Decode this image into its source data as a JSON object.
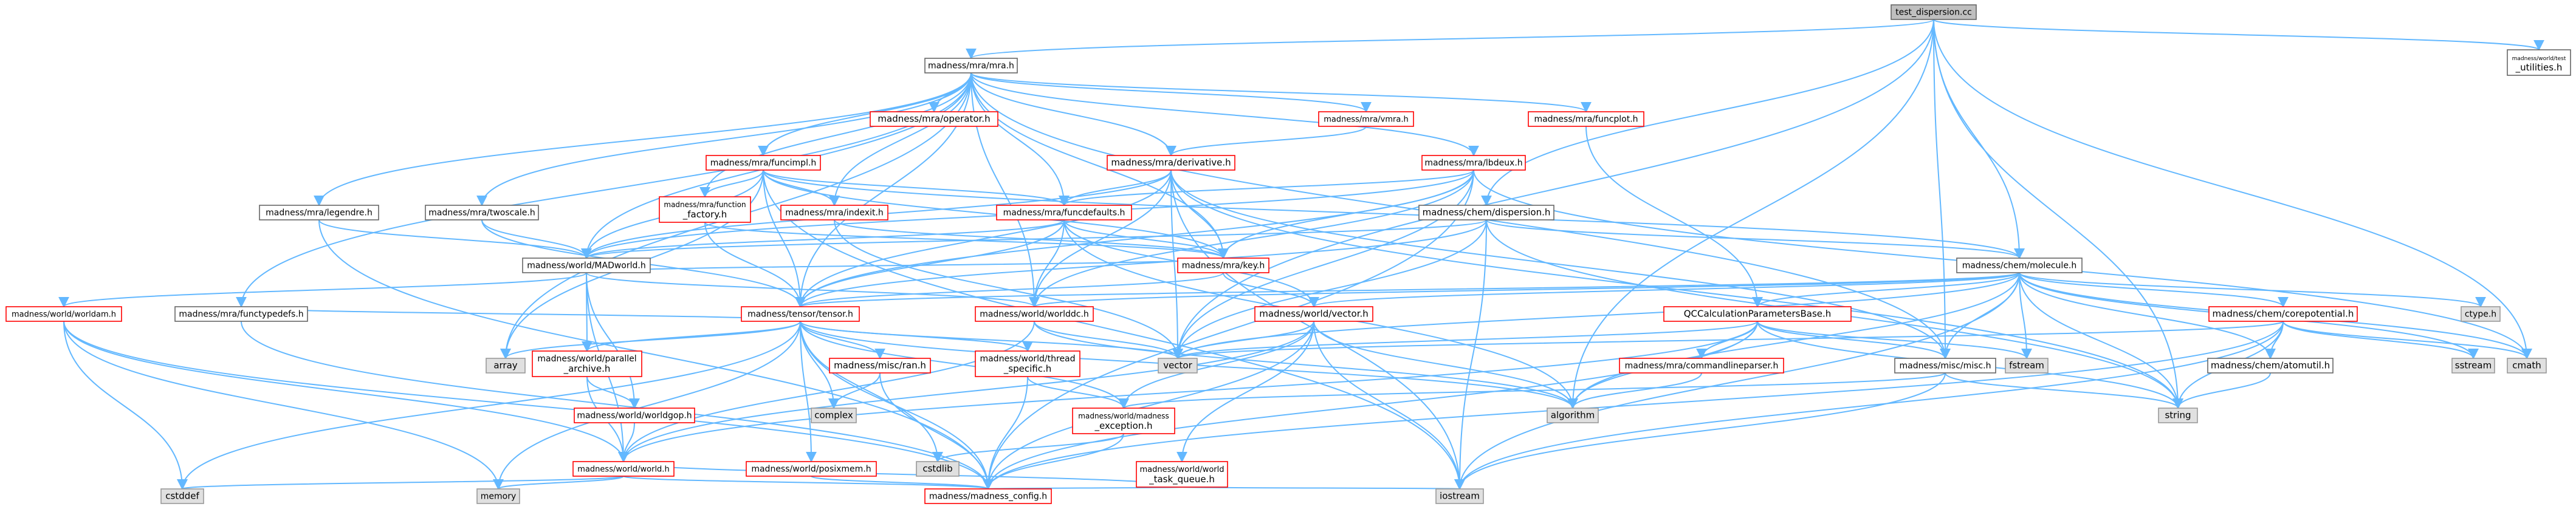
{
  "diagram": {
    "type": "include-dependency-graph",
    "edge_color": "#63b8ff",
    "nodes": [
      {
        "id": "root",
        "kind": "root",
        "lines": [
          "test_dispersion.cc"
        ]
      },
      {
        "id": "mra",
        "kind": "file",
        "lines": [
          "madness/mra/mra.h"
        ]
      },
      {
        "id": "test_util",
        "kind": "file",
        "lines": [
          "madness/world/test",
          "_utilities.h"
        ]
      },
      {
        "id": "operator",
        "kind": "red",
        "lines": [
          "madness/mra/operator.h"
        ]
      },
      {
        "id": "vmra",
        "kind": "red",
        "lines": [
          "madness/mra/vmra.h"
        ]
      },
      {
        "id": "funcplot",
        "kind": "red",
        "lines": [
          "madness/mra/funcplot.h"
        ]
      },
      {
        "id": "funcimpl",
        "kind": "red",
        "lines": [
          "madness/mra/funcimpl.h"
        ]
      },
      {
        "id": "derivative",
        "kind": "red",
        "lines": [
          "madness/mra/derivative.h"
        ]
      },
      {
        "id": "lbdeux",
        "kind": "red",
        "lines": [
          "madness/mra/lbdeux.h"
        ]
      },
      {
        "id": "legendre",
        "kind": "file",
        "lines": [
          "madness/mra/legendre.h"
        ]
      },
      {
        "id": "twoscale",
        "kind": "file",
        "lines": [
          "madness/mra/twoscale.h"
        ]
      },
      {
        "id": "function_factory",
        "kind": "red",
        "lines": [
          "madness/mra/function",
          "_factory.h"
        ]
      },
      {
        "id": "indexit",
        "kind": "red",
        "lines": [
          "madness/mra/indexit.h"
        ]
      },
      {
        "id": "funcdefaults",
        "kind": "red",
        "lines": [
          "madness/mra/funcdefaults.h"
        ]
      },
      {
        "id": "dispersion",
        "kind": "file",
        "lines": [
          "madness/chem/dispersion.h"
        ]
      },
      {
        "id": "madworld",
        "kind": "file",
        "lines": [
          "madness/world/MADworld.h"
        ]
      },
      {
        "id": "key",
        "kind": "red",
        "lines": [
          "madness/mra/key.h"
        ]
      },
      {
        "id": "molecule",
        "kind": "file",
        "lines": [
          "madness/chem/molecule.h"
        ]
      },
      {
        "id": "worldam",
        "kind": "red",
        "lines": [
          "madness/world/worldam.h"
        ]
      },
      {
        "id": "functypedefs",
        "kind": "file",
        "lines": [
          "madness/mra/functypedefs.h"
        ]
      },
      {
        "id": "tensor",
        "kind": "red",
        "lines": [
          "madness/tensor/tensor.h"
        ]
      },
      {
        "id": "worlddc",
        "kind": "red",
        "lines": [
          "madness/world/worlddc.h"
        ]
      },
      {
        "id": "vector_h",
        "kind": "red",
        "lines": [
          "madness/world/vector.h"
        ]
      },
      {
        "id": "qccalc",
        "kind": "red",
        "lines": [
          "QCCalculationParametersBase.h"
        ]
      },
      {
        "id": "corepotential",
        "kind": "red",
        "lines": [
          "madness/chem/corepotential.h"
        ]
      },
      {
        "id": "ctype",
        "kind": "sys",
        "lines": [
          "ctype.h"
        ]
      },
      {
        "id": "array",
        "kind": "sys",
        "lines": [
          "array"
        ]
      },
      {
        "id": "parallel_archive",
        "kind": "red",
        "lines": [
          "madness/world/parallel",
          "_archive.h"
        ]
      },
      {
        "id": "ran",
        "kind": "red",
        "lines": [
          "madness/misc/ran.h"
        ]
      },
      {
        "id": "thread_specific",
        "kind": "red",
        "lines": [
          "madness/world/thread",
          "_specific.h"
        ]
      },
      {
        "id": "vector",
        "kind": "sys",
        "lines": [
          "vector"
        ]
      },
      {
        "id": "commandline",
        "kind": "red",
        "lines": [
          "madness/mra/commandlineparser.h"
        ]
      },
      {
        "id": "misc",
        "kind": "file",
        "lines": [
          "madness/misc/misc.h"
        ]
      },
      {
        "id": "fstream",
        "kind": "sys",
        "lines": [
          "fstream"
        ]
      },
      {
        "id": "atomutil",
        "kind": "file",
        "lines": [
          "madness/chem/atomutil.h"
        ]
      },
      {
        "id": "sstream",
        "kind": "sys",
        "lines": [
          "sstream"
        ]
      },
      {
        "id": "cmath",
        "kind": "sys",
        "lines": [
          "cmath"
        ]
      },
      {
        "id": "complex",
        "kind": "sys",
        "lines": [
          "complex"
        ]
      },
      {
        "id": "worldgop",
        "kind": "red",
        "lines": [
          "madness/world/worldgop.h"
        ]
      },
      {
        "id": "madness_exception",
        "kind": "red",
        "lines": [
          "madness/world/madness",
          "_exception.h"
        ]
      },
      {
        "id": "algorithm",
        "kind": "sys",
        "lines": [
          "algorithm"
        ]
      },
      {
        "id": "string",
        "kind": "sys",
        "lines": [
          "string"
        ]
      },
      {
        "id": "cstdlib",
        "kind": "sys",
        "lines": [
          "cstdlib"
        ]
      },
      {
        "id": "world_h",
        "kind": "red",
        "lines": [
          "madness/world/world.h"
        ]
      },
      {
        "id": "posixmem",
        "kind": "red",
        "lines": [
          "madness/world/posixmem.h"
        ]
      },
      {
        "id": "world_task_queue",
        "kind": "red",
        "lines": [
          "madness/world/world",
          "_task_queue.h"
        ]
      },
      {
        "id": "cstddef",
        "kind": "sys",
        "lines": [
          "cstddef"
        ]
      },
      {
        "id": "memory",
        "kind": "sys",
        "lines": [
          "memory"
        ]
      },
      {
        "id": "madness_config",
        "kind": "red",
        "lines": [
          "madness/madness_config.h"
        ]
      },
      {
        "id": "iostream",
        "kind": "sys",
        "lines": [
          "iostream"
        ]
      }
    ],
    "edges": [
      [
        "root",
        "mra"
      ],
      [
        "root",
        "test_util"
      ],
      [
        "root",
        "dispersion"
      ],
      [
        "root",
        "molecule"
      ],
      [
        "root",
        "vector"
      ],
      [
        "root",
        "string"
      ],
      [
        "root",
        "cmath"
      ],
      [
        "root",
        "algorithm"
      ],
      [
        "root",
        "misc"
      ],
      [
        "mra",
        "operator"
      ],
      [
        "mra",
        "vmra"
      ],
      [
        "mra",
        "funcplot"
      ],
      [
        "mra",
        "funcimpl"
      ],
      [
        "mra",
        "derivative"
      ],
      [
        "mra",
        "lbdeux"
      ],
      [
        "mra",
        "legendre"
      ],
      [
        "mra",
        "twoscale"
      ],
      [
        "mra",
        "function_factory"
      ],
      [
        "mra",
        "indexit"
      ],
      [
        "mra",
        "funcdefaults"
      ],
      [
        "mra",
        "madworld"
      ],
      [
        "mra",
        "key"
      ],
      [
        "mra",
        "functypedefs"
      ],
      [
        "mra",
        "tensor"
      ],
      [
        "mra",
        "worlddc"
      ],
      [
        "mra",
        "misc"
      ],
      [
        "mra",
        "array"
      ],
      [
        "vmra",
        "derivative"
      ],
      [
        "funcplot",
        "qccalc"
      ],
      [
        "funcimpl",
        "madworld"
      ],
      [
        "funcimpl",
        "function_factory"
      ],
      [
        "funcimpl",
        "indexit"
      ],
      [
        "funcimpl",
        "funcdefaults"
      ],
      [
        "funcimpl",
        "key"
      ],
      [
        "funcimpl",
        "tensor"
      ],
      [
        "funcimpl",
        "array"
      ],
      [
        "funcimpl",
        "iostream"
      ],
      [
        "funcimpl",
        "molecule"
      ],
      [
        "derivative",
        "funcdefaults"
      ],
      [
        "derivative",
        "key"
      ],
      [
        "derivative",
        "madworld"
      ],
      [
        "derivative",
        "tensor"
      ],
      [
        "derivative",
        "worlddc"
      ],
      [
        "derivative",
        "vector"
      ],
      [
        "derivative",
        "misc"
      ],
      [
        "derivative",
        "string"
      ],
      [
        "derivative",
        "iostream"
      ],
      [
        "lbdeux",
        "funcdefaults"
      ],
      [
        "lbdeux",
        "key"
      ],
      [
        "lbdeux",
        "madworld"
      ],
      [
        "lbdeux",
        "tensor"
      ],
      [
        "lbdeux",
        "worlddc"
      ],
      [
        "lbdeux",
        "vector"
      ],
      [
        "lbdeux",
        "madness_config"
      ],
      [
        "lbdeux",
        "cmath"
      ],
      [
        "legendre",
        "madworld"
      ],
      [
        "legendre",
        "madness_config"
      ],
      [
        "twoscale",
        "madworld"
      ],
      [
        "twoscale",
        "tensor"
      ],
      [
        "function_factory",
        "tensor"
      ],
      [
        "function_factory",
        "key"
      ],
      [
        "indexit",
        "vector"
      ],
      [
        "indexit",
        "key"
      ],
      [
        "funcdefaults",
        "madworld"
      ],
      [
        "funcdefaults",
        "tensor"
      ],
      [
        "funcdefaults",
        "key"
      ],
      [
        "funcdefaults",
        "worlddc"
      ],
      [
        "funcdefaults",
        "vector_h"
      ],
      [
        "funcdefaults",
        "algorithm"
      ],
      [
        "dispersion",
        "molecule"
      ],
      [
        "dispersion",
        "tensor"
      ],
      [
        "dispersion",
        "madworld"
      ],
      [
        "dispersion",
        "vector"
      ],
      [
        "dispersion",
        "string"
      ],
      [
        "dispersion",
        "iostream"
      ],
      [
        "madworld",
        "worldam"
      ],
      [
        "madworld",
        "parallel_archive"
      ],
      [
        "madworld",
        "worldgop"
      ],
      [
        "madworld",
        "world_h"
      ],
      [
        "madworld",
        "worlddc"
      ],
      [
        "key",
        "vector_h"
      ],
      [
        "key",
        "tensor"
      ],
      [
        "key",
        "madworld"
      ],
      [
        "molecule",
        "tensor"
      ],
      [
        "molecule",
        "qccalc"
      ],
      [
        "molecule",
        "corepotential"
      ],
      [
        "molecule",
        "atomutil"
      ],
      [
        "molecule",
        "misc"
      ],
      [
        "molecule",
        "ctype"
      ],
      [
        "molecule",
        "vector"
      ],
      [
        "molecule",
        "fstream"
      ],
      [
        "molecule",
        "sstream"
      ],
      [
        "molecule",
        "cmath"
      ],
      [
        "molecule",
        "string"
      ],
      [
        "molecule",
        "algorithm"
      ],
      [
        "molecule",
        "iostream"
      ],
      [
        "molecule",
        "vector_h"
      ],
      [
        "molecule",
        "worlddc"
      ],
      [
        "worldam",
        "world_h"
      ],
      [
        "worldam",
        "cstddef"
      ],
      [
        "worldam",
        "memory"
      ],
      [
        "worldam",
        "madness_config"
      ],
      [
        "functypedefs",
        "tensor"
      ],
      [
        "functypedefs",
        "madness_config"
      ],
      [
        "tensor",
        "array"
      ],
      [
        "tensor",
        "parallel_archive"
      ],
      [
        "tensor",
        "ran"
      ],
      [
        "tensor",
        "thread_specific"
      ],
      [
        "tensor",
        "vector"
      ],
      [
        "tensor",
        "complex"
      ],
      [
        "tensor",
        "cstddef"
      ],
      [
        "tensor",
        "memory"
      ],
      [
        "tensor",
        "madness_config"
      ],
      [
        "tensor",
        "posixmem"
      ],
      [
        "tensor",
        "cstdlib"
      ],
      [
        "tensor",
        "algorithm"
      ],
      [
        "tensor",
        "madness_exception"
      ],
      [
        "worlddc",
        "world_h"
      ],
      [
        "worlddc",
        "vector"
      ],
      [
        "worlddc",
        "algorithm"
      ],
      [
        "vector_h",
        "vector"
      ],
      [
        "vector_h",
        "madness_exception"
      ],
      [
        "vector_h",
        "world_task_queue"
      ],
      [
        "vector_h",
        "algorithm"
      ],
      [
        "vector_h",
        "iostream"
      ],
      [
        "vector_h",
        "madness_config"
      ],
      [
        "vector_h",
        "world_h"
      ],
      [
        "qccalc",
        "commandline"
      ],
      [
        "qccalc",
        "misc"
      ],
      [
        "qccalc",
        "vector"
      ],
      [
        "qccalc",
        "string"
      ],
      [
        "qccalc",
        "fstream"
      ],
      [
        "qccalc",
        "algorithm"
      ],
      [
        "qccalc",
        "madness_config"
      ],
      [
        "qccalc",
        "world_h"
      ],
      [
        "corepotential",
        "atomutil"
      ],
      [
        "corepotential",
        "sstream"
      ],
      [
        "corepotential",
        "cmath"
      ],
      [
        "corepotential",
        "string"
      ],
      [
        "corepotential",
        "iostream"
      ],
      [
        "corepotential",
        "madness_config"
      ],
      [
        "corepotential",
        "vector"
      ],
      [
        "ran",
        "complex"
      ],
      [
        "ran",
        "madness_config"
      ],
      [
        "thread_specific",
        "madness_exception"
      ],
      [
        "thread_specific",
        "madness_config"
      ],
      [
        "parallel_archive",
        "worldgop"
      ],
      [
        "parallel_archive",
        "world_h"
      ],
      [
        "commandline",
        "algorithm"
      ],
      [
        "misc",
        "string"
      ],
      [
        "misc",
        "madness_exception"
      ],
      [
        "misc",
        "iostream"
      ],
      [
        "atomutil",
        "string"
      ],
      [
        "worldgop",
        "world_h"
      ],
      [
        "madness_exception",
        "madness_config"
      ],
      [
        "madness_exception",
        "cstdlib"
      ],
      [
        "world_h",
        "cstddef"
      ],
      [
        "world_h",
        "memory"
      ],
      [
        "world_h",
        "madness_config"
      ],
      [
        "world_h",
        "world_task_queue"
      ],
      [
        "posixmem",
        "madness_config"
      ],
      [
        "world_task_queue",
        "madness_config"
      ],
      [
        "world_task_queue",
        "iostream"
      ]
    ]
  }
}
